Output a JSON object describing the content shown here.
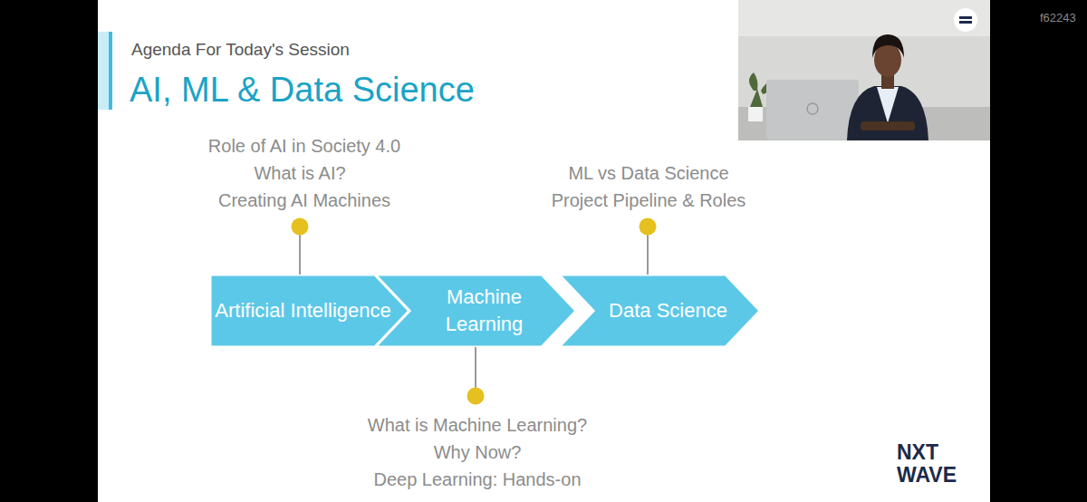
{
  "diagram": {
    "title": "AI, ML & Data Science",
    "nodes": [
      {
        "text": [
          "Artificial Intelligence"
        ]
      },
      {
        "text": [
          "Machine Learning"
        ]
      },
      {
        "text": [
          "Data Science"
        ]
      }
    ],
    "labels": [
      "Agenda For Today's Session",
      "Role of AI in Society 4.0",
      "What is AI?",
      "Creating AI Machines",
      "ML vs Data Science",
      "Project Pipeline & Roles",
      "What is Machine Learning?",
      "Why Now?",
      "Deep Learning: Hands-on",
      "NXT",
      "WAVE",
      "f62243"
    ]
  }
}
